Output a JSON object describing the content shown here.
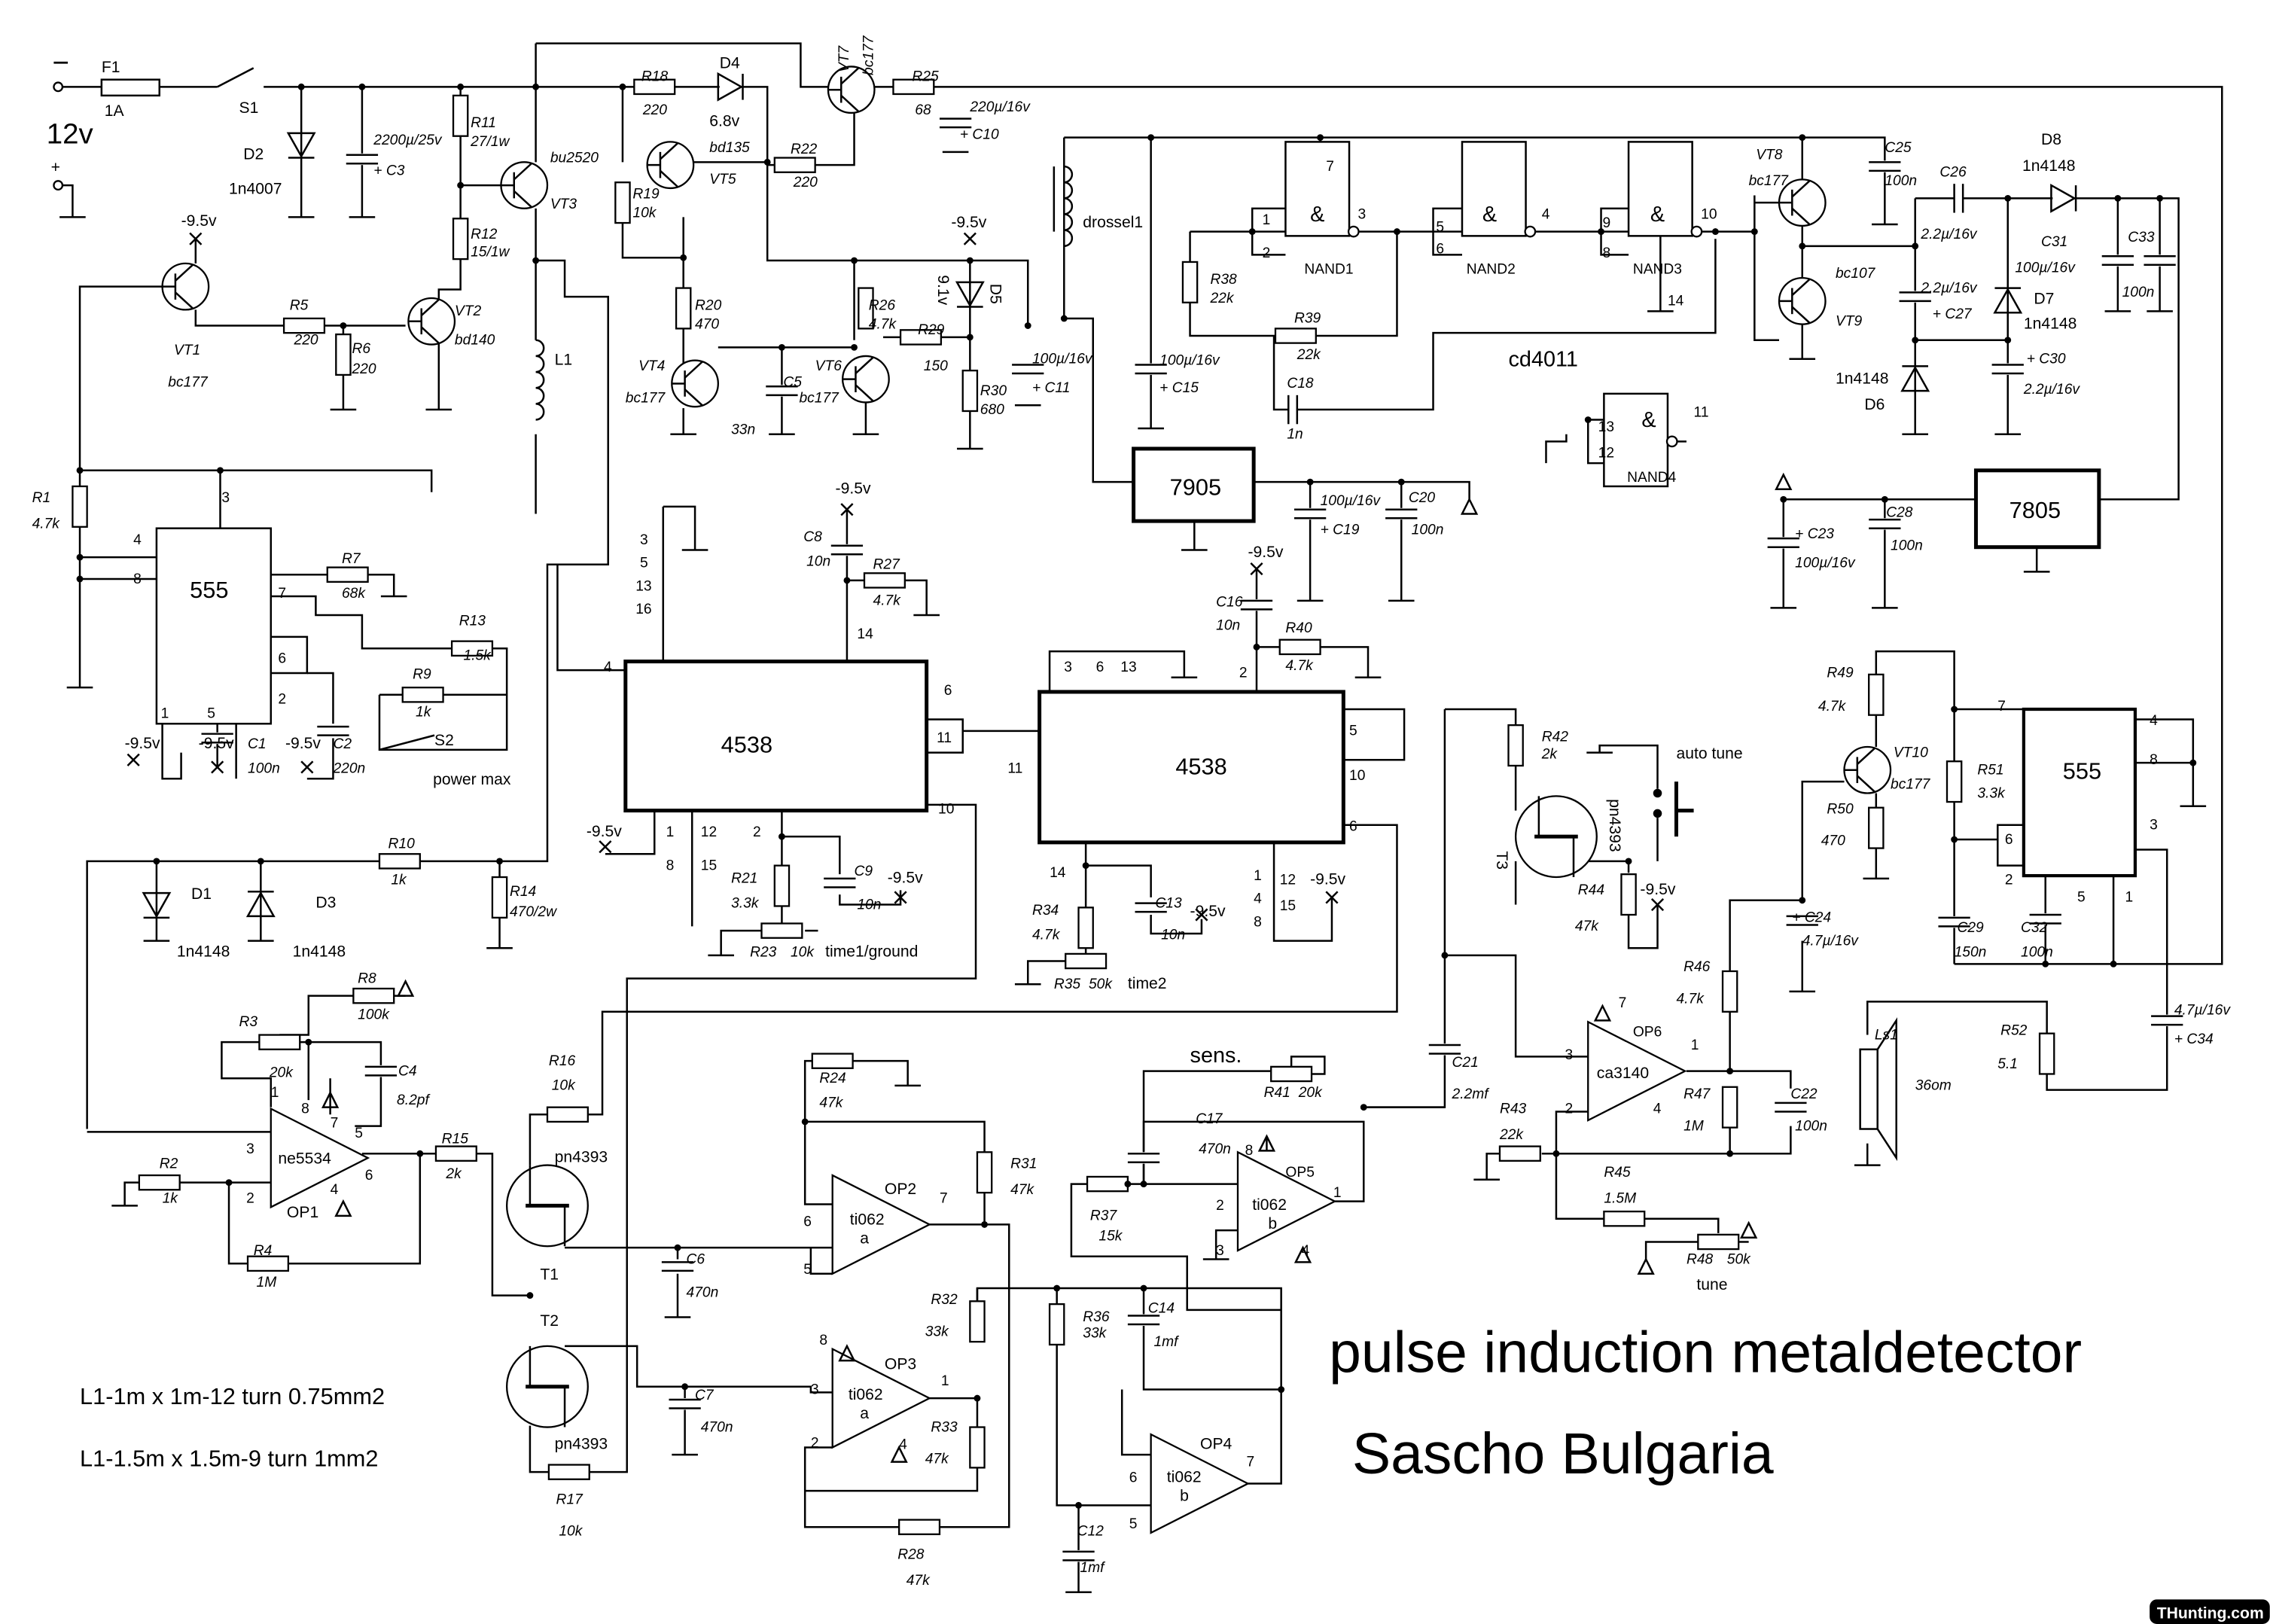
{
  "title": "pulse induction metaldetector",
  "author": "Sascho Bulgaria",
  "notes": [
    "L1-1m x 1m-12 turn 0.75mm2",
    "L1-1.5m x 1.5m-9 turn 1mm2"
  ],
  "watermark": "THunting.com",
  "ic_names": {
    "regulator_neg": "7905",
    "regulator_pos": "7805",
    "timer_left": "555",
    "timer_right": "555",
    "mono_left": "4538",
    "mono_right": "4538",
    "gate_chip": "cd4011"
  },
  "nand_gates": [
    "NAND1",
    "NAND2",
    "NAND3",
    "NAND4"
  ],
  "nand_symbol": "&",
  "labels": [
    "−",
    "F1",
    "1A",
    "S1",
    "12v",
    "+",
    "D2",
    "1n4007",
    "2200µ/25v",
    "+ C3",
    "R11",
    "27/1w",
    "bu2520",
    "VT3",
    "R12",
    "15/1w",
    "VT2",
    "bd140",
    "R5",
    "220",
    "R6",
    "220",
    "-9.5v",
    "VT1",
    "bc177",
    "L1",
    "R18",
    "220",
    "D4",
    "6.8v",
    "VT7",
    "bc177",
    "R25",
    "68",
    "220µ/16v",
    "+ C10",
    "bd135",
    "VT5",
    "R19",
    "10k",
    "R22",
    "220",
    "R20",
    "470",
    "VT4",
    "bc177",
    "C5",
    "33n",
    "VT6",
    "bc177",
    "R26",
    "4.7k",
    "R29",
    "150",
    "-9.5v",
    "D5",
    "9.1v",
    "R30",
    "680",
    "100µ/16v",
    "+ C11",
    "drossel1",
    "7",
    "1",
    "2",
    "3",
    "5",
    "6",
    "4",
    "9",
    "8",
    "10",
    "14",
    "R38",
    "22k",
    "R39",
    "22k",
    "C18",
    "1n",
    "100µ/16v",
    "+ C15",
    "13",
    "12",
    "11",
    "VT8",
    "bc177",
    "C25",
    "100n",
    "C26",
    "2.2µ/16v",
    "D8",
    "1n4148",
    "C31",
    "100µ/16v",
    "C33",
    "100n",
    "bc107",
    "VT9",
    "2.2µ/16v",
    "+ C27",
    "D7",
    "1n4148",
    "1n4148",
    "D6",
    "+ C30",
    "2.2µ/16v",
    "100µ/16v",
    "+ C19",
    "C20",
    "100n",
    "+ C23",
    "100µ/16v",
    "C28",
    "100n",
    "R1",
    "4.7k",
    "3",
    "4",
    "8",
    "7",
    "6",
    "2",
    "1",
    "5",
    "R7",
    "68k",
    "R13",
    "1.5k",
    "R9",
    "1k",
    "S2",
    "power max",
    "-9.5v",
    "-9.5v",
    "C1",
    "100n",
    "-9.5v",
    "C2",
    "220n",
    "3",
    "5",
    "13",
    "16",
    "4",
    "6",
    "11",
    "10",
    "1",
    "12",
    "2",
    "8",
    "15",
    "-9.5v",
    "C8",
    "10n",
    "-9.5v",
    "R27",
    "4.7k",
    "14",
    "R21",
    "3.3k",
    "R23",
    "10k",
    "time1/ground",
    "C9",
    "10n",
    "-9.5v",
    "3",
    "6",
    "13",
    "2",
    "11",
    "5",
    "10",
    "6",
    "1",
    "4",
    "8",
    "12",
    "15",
    "-9.5v",
    "14",
    "C16",
    "10n",
    "-9.5v",
    "R40",
    "4.7k",
    "R34",
    "4.7k",
    "C13",
    "10n",
    "-9.5v",
    "R35",
    "50k",
    "time2",
    "R42",
    "2k",
    "pn4393",
    "T3",
    "auto tune",
    "R44",
    "47k",
    "-9.5v",
    "R49",
    "4.7k",
    "VT10",
    "bc177",
    "R50",
    "470",
    "7",
    "R51",
    "3.3k",
    "4",
    "8",
    "6",
    "3",
    "2",
    "5",
    "1",
    "C29",
    "150n",
    "C32",
    "100n",
    "4.7µ/16v",
    "+ C34",
    "R52",
    "5.1",
    "Ls1",
    "36om",
    "+ C24",
    "4.7µ/16v",
    "R46",
    "4.7k",
    "7",
    "OP6",
    "3",
    "1",
    "ca3140",
    "2",
    "4",
    "R47",
    "1M",
    "C22",
    "100n",
    "C21",
    "2.2mf",
    "R43",
    "22k",
    "R45",
    "1.5M",
    "R48",
    "50k",
    "tune",
    "sens.",
    "R41",
    "20k",
    "C17",
    "470n",
    "8",
    "OP5",
    "2",
    "ti062",
    "1",
    "b",
    "3",
    "4",
    "R37",
    "15k",
    "D1",
    "1n4148",
    "D3",
    "1n4148",
    "R10",
    "1k",
    "R14",
    "470/2w",
    "R8",
    "100k",
    "R3",
    "20k",
    "C4",
    "8.2pf",
    "1",
    "8",
    "7",
    "5",
    "3",
    "ne5534",
    "2",
    "4",
    "6",
    "OP1",
    "R2",
    "1k",
    "R4",
    "1M",
    "R15",
    "2k",
    "R16",
    "10k",
    "pn4393",
    "T1",
    "T2",
    "pn4393",
    "R17",
    "10k",
    "C6",
    "470n",
    "C7",
    "470n",
    "R24",
    "47k",
    "6",
    "OP2",
    "ti062",
    "7",
    "a",
    "5",
    "R31",
    "47k",
    "8",
    "3",
    "OP3",
    "ti062",
    "1",
    "a",
    "2",
    "4",
    "R32",
    "33k",
    "R33",
    "47k",
    "R28",
    "47k",
    "R36",
    "33k",
    "C14",
    "1mf",
    "OP4",
    "6",
    "ti062",
    "7",
    "b",
    "5",
    "C12",
    "1mf"
  ]
}
